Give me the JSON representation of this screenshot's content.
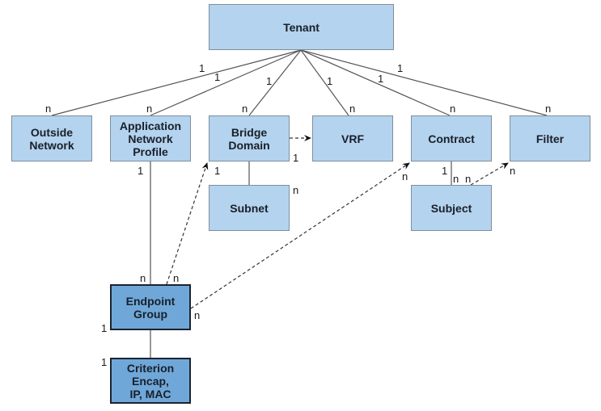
{
  "diagram": {
    "nodes": {
      "tenant": "Tenant",
      "outside_network": "Outside\nNetwork",
      "app_profile": "Application\nNetwork\nProfile",
      "bridge_domain": "Bridge\nDomain",
      "vrf": "VRF",
      "contract": "Contract",
      "filter": "Filter",
      "subnet": "Subnet",
      "subject": "Subject",
      "endpoint_group": "Endpoint\nGroup",
      "criterion": "Criterion\nEncap,\nIP, MAC"
    },
    "colors": {
      "box_fill": "#b3d3ee",
      "box_fill_dark": "#6fa8d8",
      "line": "#555555"
    },
    "cardinality": {
      "tenant_outside_1": "1",
      "outside_n": "n",
      "tenant_app_1": "1",
      "app_n": "n",
      "tenant_bd_1": "1",
      "bd_n": "n",
      "tenant_vrf_1": "1",
      "vrf_n": "n",
      "tenant_contract_1": "1",
      "contract_n": "n",
      "tenant_filter_1": "1",
      "filter_n": "n",
      "bd_vrf_1": "1",
      "bd_epg_1": "1",
      "subnet_n": "n",
      "app_epg_1": "1",
      "epg_app_n": "n",
      "epg_bd_n": "n",
      "epg_contract_n": "n",
      "contract_epg_n": "n",
      "contract_subject_1": "1",
      "subject_n": "n",
      "subject_filter_n": "n",
      "filter_subject_n": "n",
      "epg_criterion_1": "1",
      "criterion_1": "1"
    }
  }
}
